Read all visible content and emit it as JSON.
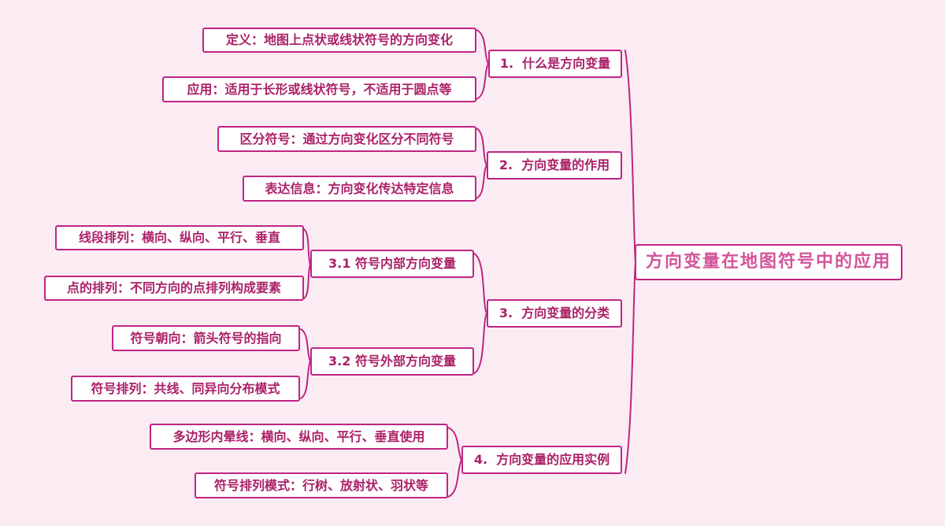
{
  "palette": {
    "background": "#fbecf3",
    "node_fill": "#ffffff",
    "line_color": "#bf2585",
    "node_text_color": "#ab2168",
    "root_text_color": "#d4549a"
  },
  "root": {
    "label": "方向变量在地图符号中的应用"
  },
  "branches": [
    {
      "label": "1.  什么是方向变量",
      "children": [
        {
          "label": "定义：地图上点状或线状符号的方向变化"
        },
        {
          "label": "应用：适用于长形或线状符号，不适用于圆点等"
        }
      ]
    },
    {
      "label": "2.  方向变量的作用",
      "children": [
        {
          "label": "区分符号：通过方向变化区分不同符号"
        },
        {
          "label": "表达信息：方向变化传达特定信息"
        }
      ]
    },
    {
      "label": "3.  方向变量的分类",
      "children": [
        {
          "label": "3.1 符号内部方向变量",
          "children": [
            {
              "label": "线段排列：横向、纵向、平行、垂直"
            },
            {
              "label": "点的排列：不同方向的点排列构成要素"
            }
          ]
        },
        {
          "label": "3.2 符号外部方向变量",
          "children": [
            {
              "label": "符号朝向：箭头符号的指向"
            },
            {
              "label": "符号排列：共线、同异向分布模式"
            }
          ]
        }
      ]
    },
    {
      "label": "4.  方向变量的应用实例",
      "children": [
        {
          "label": "多边形内晕线：横向、纵向、平行、垂直使用"
        },
        {
          "label": "符号排列模式：行树、放射状、羽状等"
        }
      ]
    }
  ]
}
